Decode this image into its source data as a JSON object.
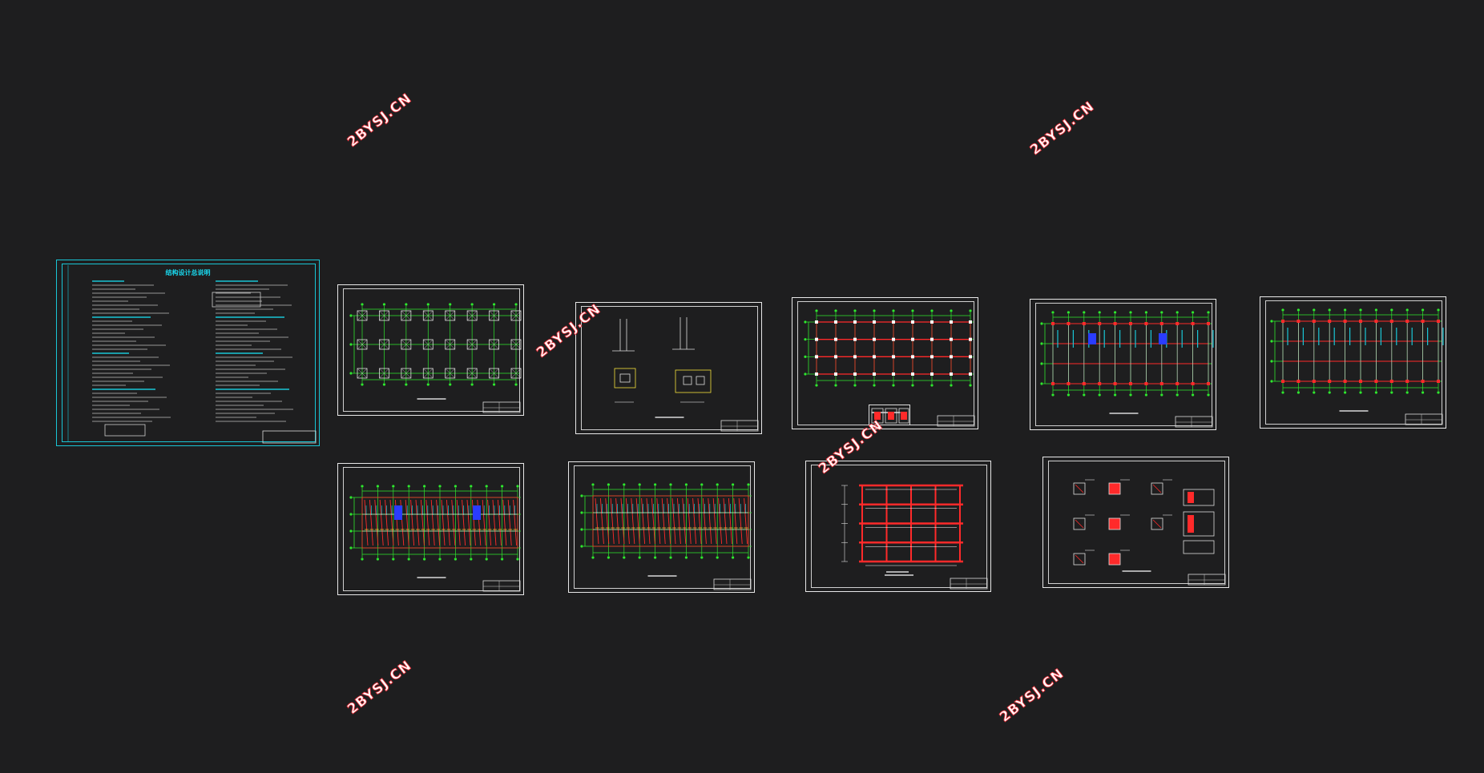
{
  "canvas": {
    "background": "#1e1e1f"
  },
  "watermark": {
    "text": "2BYSJ.CN",
    "color": "#e8313a"
  },
  "notes_sheet": {
    "title": "结构设计总说明"
  },
  "colors": {
    "axis": "#2ee82e",
    "beam": "#ff2a2a",
    "text": "#ffffff",
    "highlight": "#19c6d6",
    "yellow": "#f5e13a",
    "blue": "#2a3cff"
  },
  "sheets": [
    {
      "id": "structural-notes",
      "kind": "notes"
    },
    {
      "id": "foundation-plan",
      "kind": "foundation"
    },
    {
      "id": "foundation-details",
      "kind": "details"
    },
    {
      "id": "column-layout-plan",
      "kind": "columns"
    },
    {
      "id": "floor-beam-plan-1",
      "kind": "beams"
    },
    {
      "id": "floor-beam-plan-2",
      "kind": "beams2"
    },
    {
      "id": "slab-reinforcement-plan-1",
      "kind": "slab"
    },
    {
      "id": "slab-reinforcement-plan-2",
      "kind": "slab2"
    },
    {
      "id": "frame-elevation",
      "kind": "frame"
    },
    {
      "id": "column-section-details",
      "kind": "sections"
    }
  ]
}
